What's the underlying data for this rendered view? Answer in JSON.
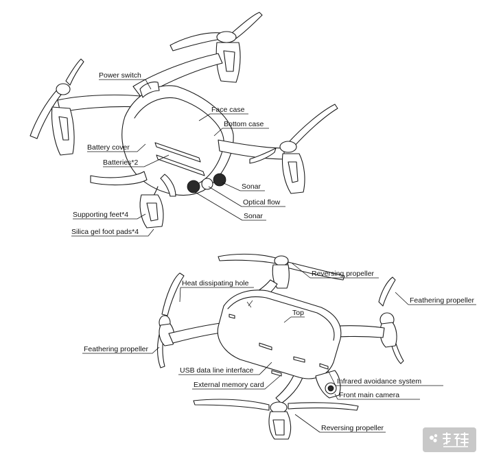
{
  "top_view": {
    "labels": {
      "power_switch": "Power switch",
      "face_case": "Face case",
      "bottom_case": "Bottom case",
      "battery_cover": "Battery cover",
      "batteries": "Batteries*2",
      "sonar_1": "Sonar",
      "optical_flow": "Optical flow",
      "sonar_2": "Sonar",
      "supporting_feet": "Supporting feet*4",
      "foot_pads": "Silica gel foot pads*4"
    }
  },
  "bottom_view": {
    "labels": {
      "reversing_propeller_top": "Reversing propeller",
      "heat_hole": "Heat dissipating hole",
      "feathering_propeller_right": "Feathering propeller",
      "top": "Top",
      "feathering_propeller_left": "Feathering propeller",
      "usb": "USB data line interface",
      "memory_card": "External memory card",
      "infrared": "Infrared avoidance system",
      "front_camera": "Front main  camera",
      "reversing_propeller_bottom": "Reversing propeller"
    }
  },
  "watermark": {
    "logo_name": "feng-logo"
  }
}
